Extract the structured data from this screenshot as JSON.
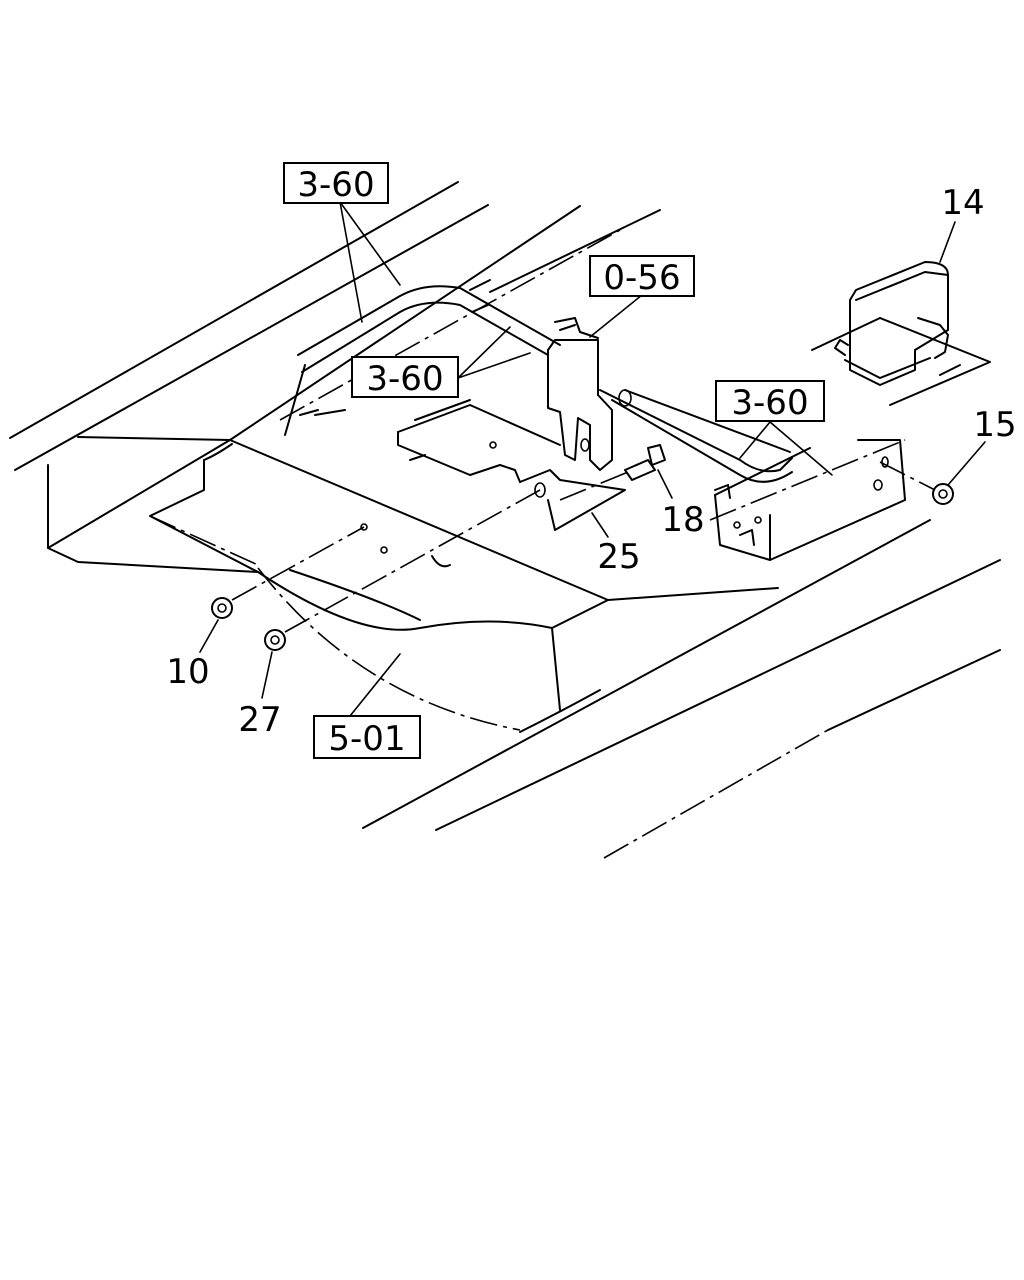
{
  "diagram": {
    "ref_boxes": {
      "ref_top": "3-60",
      "ref_middle": "3-60",
      "ref_right": "3-60",
      "ref_bracket": "0-56",
      "ref_frame": "5-01"
    },
    "part_numbers": {
      "p14": "14",
      "p15": "15",
      "p18": "18",
      "p25": "25",
      "p10": "10",
      "p27": "27"
    }
  }
}
